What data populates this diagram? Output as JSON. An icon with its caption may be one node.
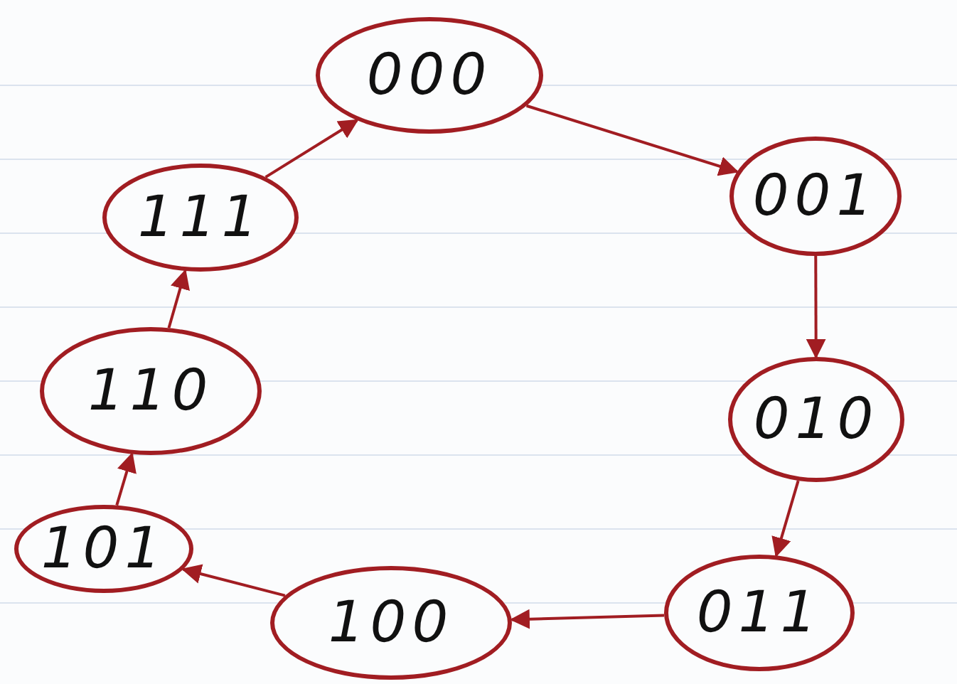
{
  "diagram": {
    "nodes": [
      {
        "text": [
          "000"
        ]
      },
      {
        "text": [
          "001"
        ]
      },
      {
        "text": [
          "010"
        ]
      },
      {
        "text": [
          "011"
        ]
      },
      {
        "text": [
          "100"
        ]
      },
      {
        "text": [
          "101"
        ]
      },
      {
        "text": [
          "110"
        ]
      },
      {
        "text": [
          "111"
        ]
      }
    ],
    "edges": [
      {
        "from": 0,
        "to": 1,
        "arrow": "to"
      },
      {
        "from": 1,
        "to": 2,
        "arrow": "to"
      },
      {
        "from": 2,
        "to": 3,
        "arrow": "to"
      },
      {
        "from": 3,
        "to": 4,
        "arrow": "to"
      },
      {
        "from": 4,
        "to": 5,
        "arrow": "to"
      },
      {
        "from": 5,
        "to": 6,
        "arrow": "to"
      },
      {
        "from": 6,
        "to": 7,
        "arrow": "to"
      },
      {
        "from": 7,
        "to": 0,
        "arrow": "to"
      }
    ]
  }
}
